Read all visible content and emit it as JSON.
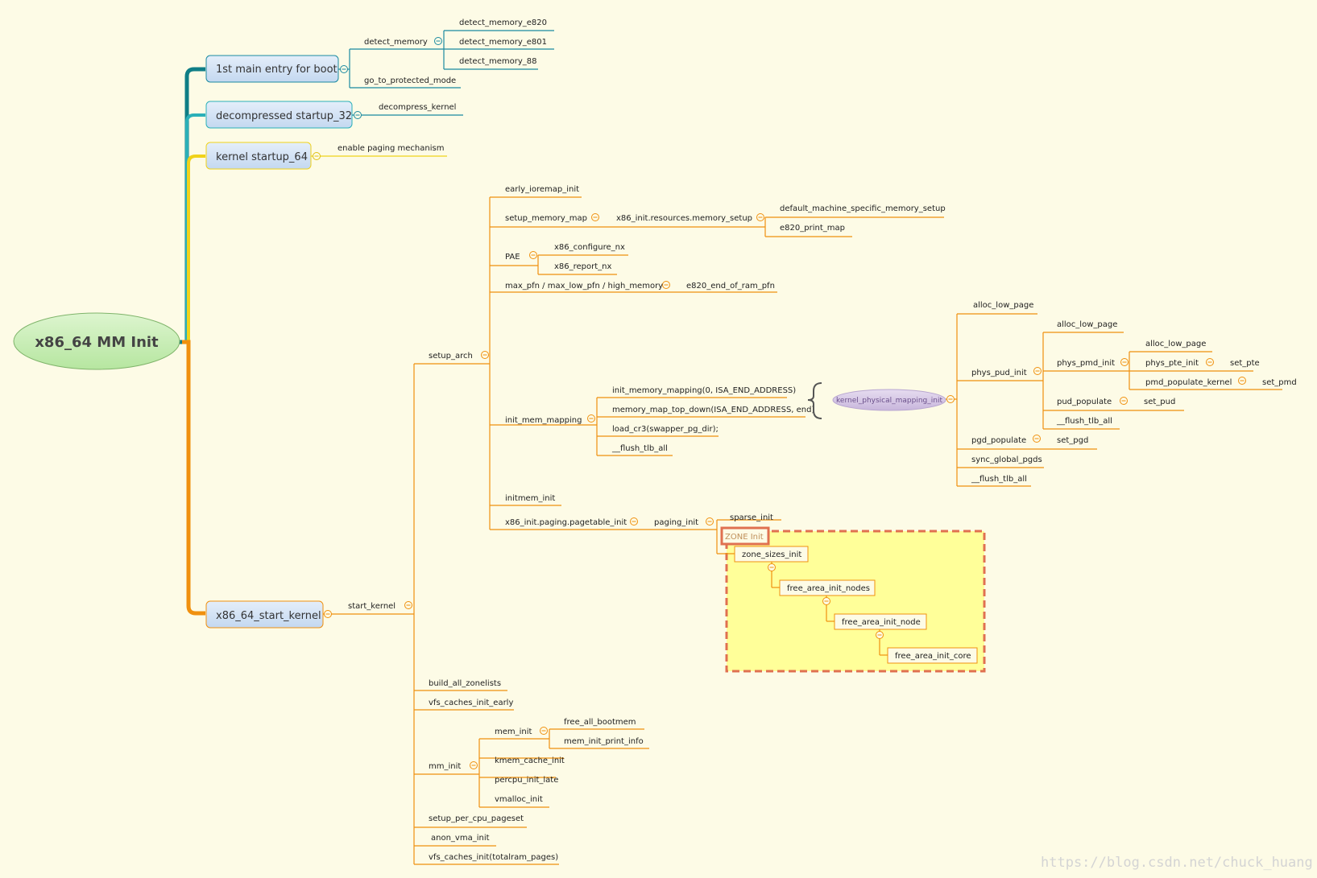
{
  "root": {
    "label": "x86_64 MM Init"
  },
  "stages": [
    {
      "id": "boot",
      "label": "1st main entry for boot"
    },
    {
      "id": "decompressed",
      "label": "decompressed startup_32"
    },
    {
      "id": "kernel64",
      "label": "kernel startup_64"
    },
    {
      "id": "startkernel",
      "label": "x86_64_start_kernel"
    }
  ],
  "boot": {
    "detect_memory": "detect_memory",
    "detect_children": [
      "detect_memory_e820",
      "detect_memory_e801",
      "detect_memory_88"
    ],
    "go_to_protected_mode": "go_to_protected_mode"
  },
  "decompressed": {
    "child": "decompress_kernel"
  },
  "kernel64": {
    "child": "enable paging mechanism"
  },
  "start_kernel": {
    "label": "start_kernel"
  },
  "setup_arch": {
    "label": "setup_arch",
    "early_ioremap_init": "early_ioremap_init",
    "setup_memory_map": "setup_memory_map",
    "memory_setup": "x86_init.resources.memory_setup",
    "memory_setup_children": [
      "default_machine_specific_memory_setup",
      "e820_print_map"
    ],
    "pae": "PAE",
    "pae_children": [
      "x86_configure_nx",
      "x86_report_nx"
    ],
    "max_pfn": "max_pfn / max_low_pfn / high_memory",
    "e820_end": "e820_end_of_ram_pfn",
    "init_mem_mapping": "init_mem_mapping",
    "init_mem_children": [
      "init_memory_mapping(0, ISA_END_ADDRESS)",
      "memory_map_top_down(ISA_END_ADDRESS, end)",
      "load_cr3(swapper_pg_dir);",
      "__flush_tlb_all"
    ],
    "initmem_init": "initmem_init",
    "pagetable_init": "x86_init.paging.pagetable_init",
    "paging_init": "paging_init",
    "sparse_init": "sparse_init"
  },
  "kpm": {
    "label": "kernel_physical_mapping_init",
    "alloc_low_page": "alloc_low_page",
    "phys_pud_init": "phys_pud_init",
    "pud_alloc_low_page": "alloc_low_page",
    "phys_pmd_init": "phys_pmd_init",
    "pmd_alloc_low_page": "alloc_low_page",
    "phys_pte_init": "phys_pte_init",
    "set_pte": "set_pte",
    "pmd_populate_kernel": "pmd_populate_kernel",
    "set_pmd": "set_pmd",
    "pud_populate": "pud_populate",
    "set_pud": "set_pud",
    "pud_flush": "__flush_tlb_all",
    "pgd_populate": "pgd_populate",
    "set_pgd": "set_pgd",
    "sync_global_pgds": "sync_global_pgds",
    "flush_tlb_all": "__flush_tlb_all"
  },
  "zone": {
    "label": "ZONE Init",
    "zone_sizes_init": "zone_sizes_init",
    "free_area_init_nodes": "free_area_init_nodes",
    "free_area_init_node": "free_area_init_node",
    "free_area_init_core": "free_area_init_core"
  },
  "tail": {
    "build_all_zonelists": "build_all_zonelists",
    "vfs_caches_init_early": "vfs_caches_init_early",
    "mm_init": "mm_init",
    "mem_init": "mem_init",
    "mem_init_children": [
      "free_all_bootmem",
      "mem_init_print_info"
    ],
    "kmem_cache_init": "kmem_cache_init",
    "percpu_init_late": "percpu_init_late",
    "vmalloc_init": "vmalloc_init",
    "setup_per_cpu_pageset": "setup_per_cpu_pageset",
    "anon_vma_init": "anon_vma_init",
    "vfs_caches_init": "vfs_caches_init(totalram_pages)"
  },
  "watermark": "https://blog.csdn.net/chuck_huang",
  "colors": {
    "boot_branch": "#0f7e86",
    "decompressed_branch": "#2bb0b8",
    "kernel64_branch": "#f0d21a",
    "start_branch": "#f0900e",
    "node_fill": "#cfe0f4",
    "root_fill": "#c6ecb6",
    "zone_fill": "#ffff99",
    "zone_border": "#e07050"
  }
}
